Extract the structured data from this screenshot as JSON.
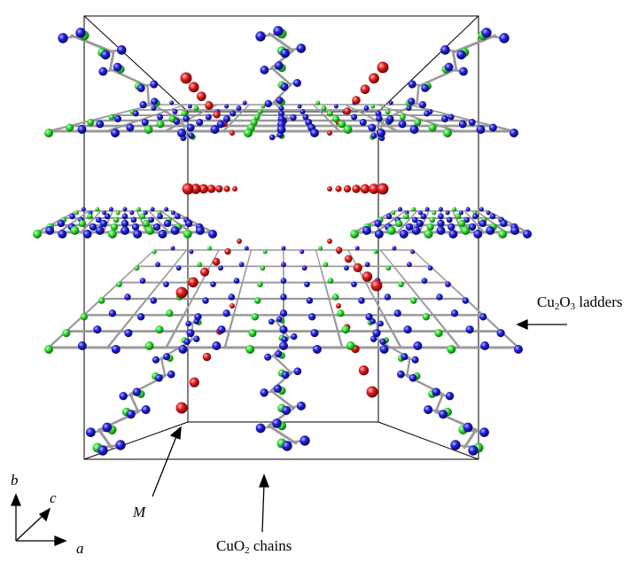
{
  "labels": {
    "ladders": {
      "prefix": "Cu",
      "sub1": "2",
      "mid": "O",
      "sub2": "3",
      "suffix": " ladders"
    },
    "chains": {
      "prefix": "CuO",
      "sub": "2",
      "suffix": " chains"
    },
    "m": "M",
    "axis_a": "a",
    "axis_b": "b",
    "axis_c": "c"
  },
  "colors": {
    "cu": "#2ecc2e",
    "oxygen": "#1a1ad0",
    "m_site": "#d81c1c",
    "bond": "#9a9a9a",
    "cell": "#000000",
    "text": "#000000"
  }
}
